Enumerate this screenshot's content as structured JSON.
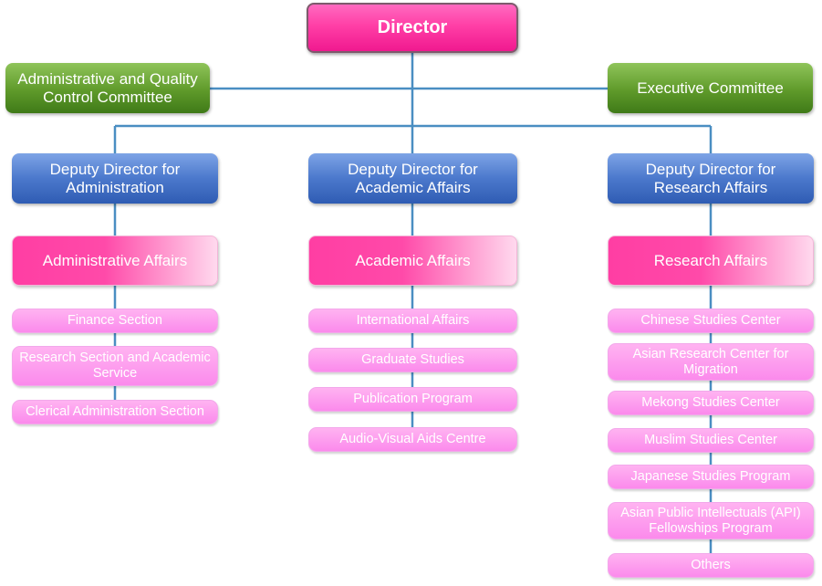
{
  "director": "Director",
  "committees": {
    "left": "Administrative and Quality Control Committee",
    "right": "Executive Committee"
  },
  "columns": [
    {
      "deputy": "Deputy Director for Administration",
      "affairs": "Administrative Affairs",
      "units": [
        "Finance Section",
        "Research Section and Academic Service",
        "Clerical Administration Section"
      ]
    },
    {
      "deputy": "Deputy Director for Academic Affairs",
      "affairs": "Academic Affairs",
      "units": [
        "International Affairs",
        "Graduate Studies",
        "Publication Program",
        "Audio-Visual Aids Centre"
      ]
    },
    {
      "deputy": "Deputy Director for Research Affairs",
      "affairs": "Research Affairs",
      "units": [
        "Chinese Studies Center",
        "Asian Research Center for Migration",
        "Mekong Studies Center",
        "Muslim Studies Center",
        "Japanese Studies Program",
        "Asian Public Intellectuals (API) Fellowships Program",
        "Others"
      ]
    }
  ],
  "colors": {
    "connector": "#4a8ec2",
    "director": "#f0198f",
    "committee": "#5f9a2a",
    "deputy": "#4b78cc",
    "affairs": "#ff3ea3",
    "unit": "#fb8aec"
  }
}
